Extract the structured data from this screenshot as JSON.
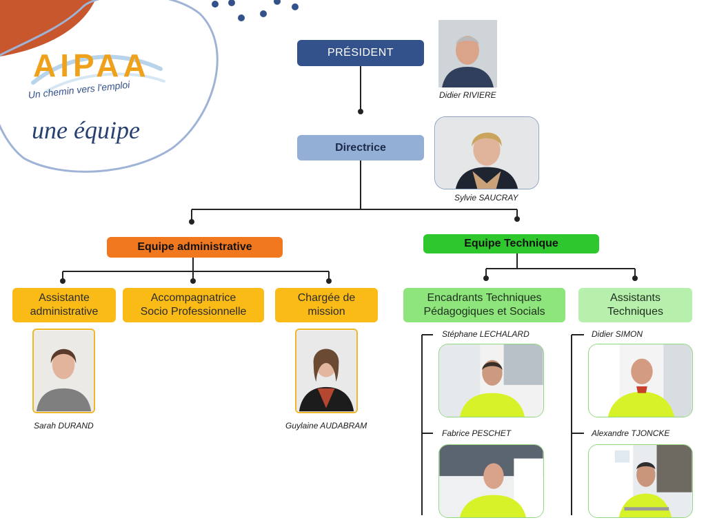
{
  "logo": {
    "brand": "AIPAA",
    "tagline": "Un chemin vers l'emploi"
  },
  "heading": "une équipe",
  "president": {
    "title": "PRÉSIDENT",
    "name": "Didier RIVIERE"
  },
  "director": {
    "title": "Directrice",
    "name": "Sylvie SAUCRAY"
  },
  "teams": {
    "admin": {
      "label": "Equipe administrative",
      "roles": [
        {
          "line1": "Assistante",
          "line2": "administrative",
          "member": "Sarah DURAND"
        },
        {
          "line1": "Accompagnatrice",
          "line2": "Socio Professionnelle"
        },
        {
          "line1": "Chargée de",
          "line2": "mission",
          "member": "Guylaine AUDABRAM"
        }
      ]
    },
    "technical": {
      "label": "Equipe Technique",
      "roles": [
        {
          "line1": "Encadrants Techniques",
          "line2": "Pédagogiques et Socials",
          "members": [
            "Stéphane LECHALARD",
            "Fabrice PESCHET"
          ]
        },
        {
          "line1": "Assistants",
          "line2": "Techniques",
          "members": [
            "Didier SIMON",
            "Alexandre TJONCKE"
          ]
        }
      ]
    }
  },
  "colors": {
    "president": "#33518a",
    "director": "#94afd5",
    "admin": "#f2781f",
    "technical": "#2ec72e",
    "admin_roles": "#fbbb16",
    "technical_roles": "#8ee57c",
    "lines": "#222222"
  }
}
